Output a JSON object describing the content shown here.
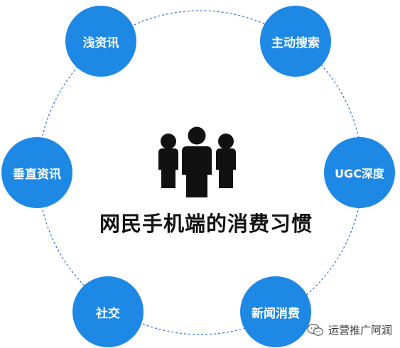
{
  "diagram": {
    "center_title": "网民手机端的消费习惯",
    "center_icon": "people-group-icon",
    "nodes": [
      {
        "label": "浅资讯"
      },
      {
        "label": "主动搜索"
      },
      {
        "label": "UGC深度"
      },
      {
        "label": "垂直资讯"
      },
      {
        "label": "社交"
      },
      {
        "label": "新闻消费"
      }
    ]
  },
  "watermark": {
    "text": "运营推广阿润",
    "icon": "wechat-icon"
  },
  "colors": {
    "node_fill": "#1e88e5",
    "ring": "#2f6fd6",
    "title": "#111111"
  }
}
